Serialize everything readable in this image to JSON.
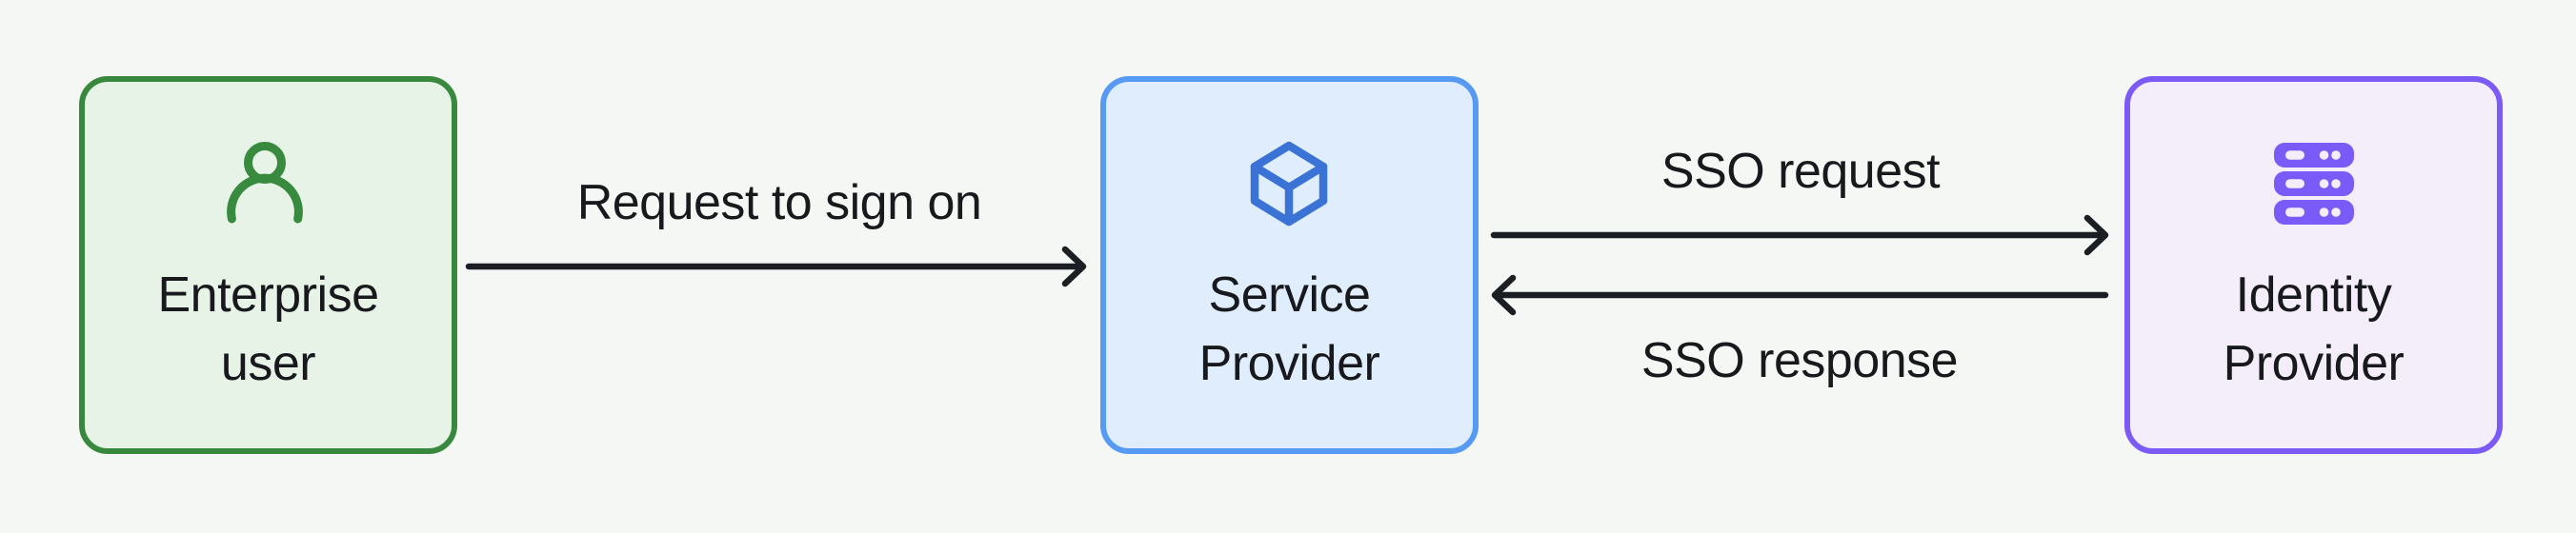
{
  "diagram": {
    "background_color": "#F5F7F4",
    "text_color": "#17191C",
    "arrow_color": "#1B1F23",
    "nodes": [
      {
        "label": "Enterprise user",
        "icon": "user-icon",
        "border_color": "#38883E",
        "fill_color": "#E8F3E7",
        "icon_color": "#388A3E"
      },
      {
        "label": "Service Provider",
        "icon": "cube-icon",
        "border_color": "#569AF4",
        "fill_color": "#DFEDFC",
        "icon_color": "#3B72D5"
      },
      {
        "label": "Identity Provider",
        "icon": "server-icon",
        "border_color": "#7C5AF6",
        "fill_color": "#F4EEFB",
        "icon_color": "#7B5BF7"
      }
    ],
    "edges": [
      {
        "label": "Request to sign on",
        "from": "Enterprise user",
        "to": "Service Provider",
        "direction": "right"
      },
      {
        "label": "SSO request",
        "from": "Service Provider",
        "to": "Identity Provider",
        "direction": "right"
      },
      {
        "label": "SSO response",
        "from": "Identity Provider",
        "to": "Service Provider",
        "direction": "left"
      }
    ]
  }
}
